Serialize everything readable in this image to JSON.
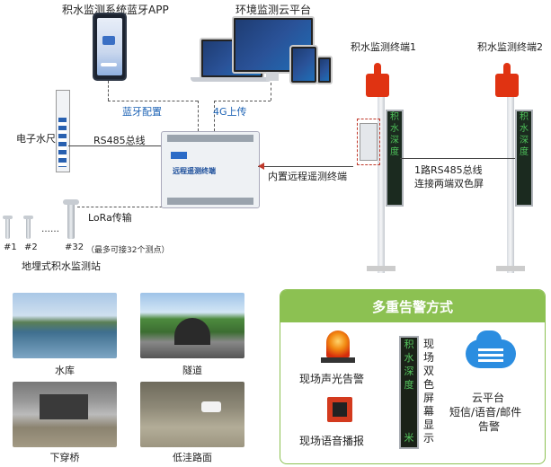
{
  "top": {
    "app_label": "积水监测系统蓝牙APP",
    "cloud_label": "环境监测云平台",
    "terminal1_label": "积水监测终端1",
    "terminal2_label": "积水监测终端2",
    "bluetooth_label": "蓝牙配置",
    "upload_label": "4G上传"
  },
  "middle": {
    "ruler_label": "电子水尺",
    "rs485_label": "RS485总线",
    "controller_logo": "远程遥测终端",
    "controller_caption": "内置远程遥测终端",
    "bus_line1": "1路RS485总线",
    "bus_line2": "连接两端双色屏",
    "lora_label": "LoRa传输",
    "sensor_1": "#1",
    "sensor_2": "#2",
    "sensor_dots": "……",
    "sensor_32": "#32",
    "sensor_note": "（最多可接32个测点）",
    "station_label": "地埋式积水监测站"
  },
  "display_text": [
    "积",
    "水",
    "深",
    "度"
  ],
  "photos": [
    {
      "caption": "水库"
    },
    {
      "caption": "隧道"
    },
    {
      "caption": "下穿桥"
    },
    {
      "caption": "低洼路面"
    }
  ],
  "alarm": {
    "title": "多重告警方式",
    "sound_light": "现场声光告警",
    "voice": "现场语音播报",
    "screen_chars": [
      "现",
      "场",
      "双",
      "色",
      "屏",
      "幕",
      "显",
      "示"
    ],
    "led_chars": [
      "积",
      "水",
      "深",
      "度",
      "米"
    ],
    "cloud_line1": "云平台",
    "cloud_line2": "短信/语音/邮件",
    "cloud_line3": "告警"
  },
  "colors": {
    "accent_blue": "#1d63b5",
    "alarm_green": "#8cc152",
    "led_green": "#4ec25a",
    "alarm_red": "#e03312"
  }
}
